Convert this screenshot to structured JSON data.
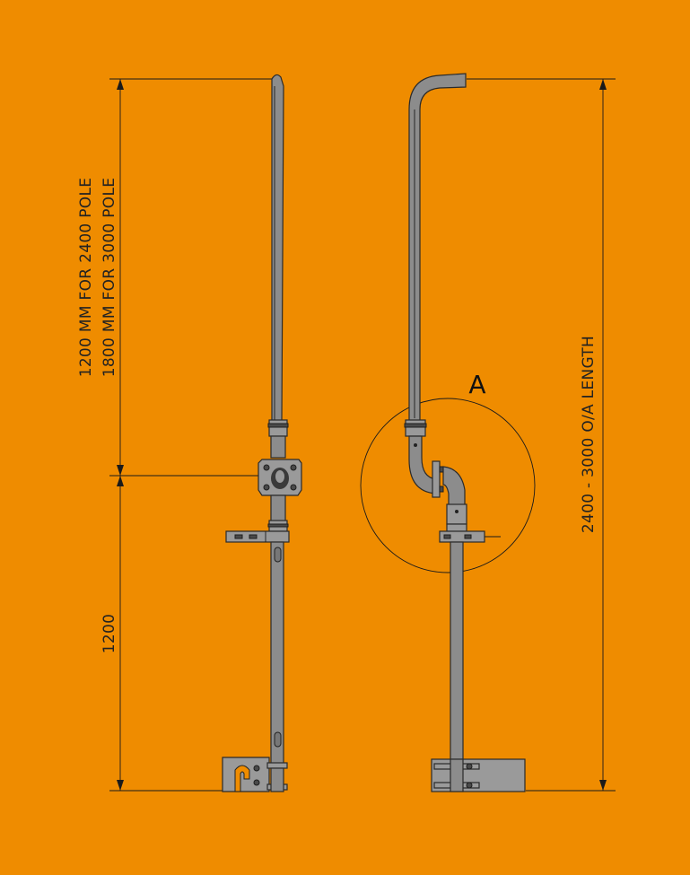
{
  "drawing": {
    "background": "#ef8c00",
    "pipe_color": "#8c8c8c",
    "left_view": {
      "upper_dimension_line1": "1200 MM FOR 2400 POLE",
      "upper_dimension_line2": "1800 MM FOR 3000 POLE",
      "lower_dimension": "1200"
    },
    "right_view": {
      "overall_dimension": "2400 - 3000 O/A LENGTH",
      "detail_callout": "A"
    }
  }
}
